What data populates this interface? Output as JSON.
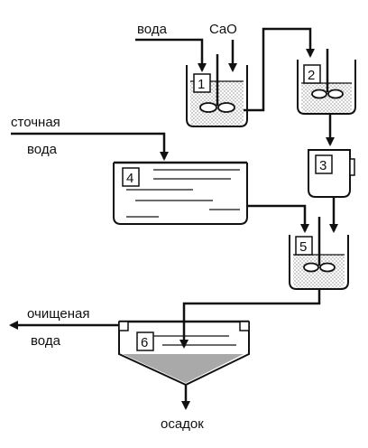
{
  "labels": {
    "water_in": "вода",
    "lime": "CaO",
    "wastewater_line1": "сточная",
    "wastewater_line2": "вода",
    "purified_line1": "очищеная",
    "purified_line2": "вода",
    "sediment": "осадок"
  },
  "units": [
    "1",
    "2",
    "3",
    "4",
    "5",
    "6"
  ],
  "colors": {
    "line": "#111111",
    "sediment": "#9a9a9a",
    "liquid": "#d9d9d9"
  },
  "icons": [
    "arrow-icon",
    "stirrer-icon"
  ]
}
